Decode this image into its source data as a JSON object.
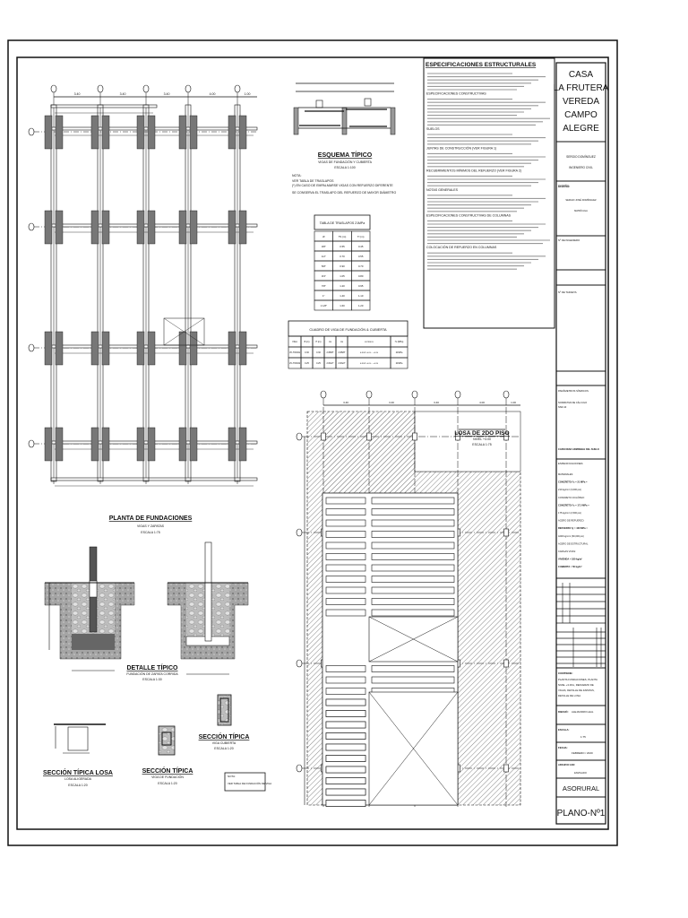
{
  "colors": {
    "line": "#111111",
    "column_fill": "#777777",
    "hatch": "#888888",
    "soil": "#9a9a9a"
  },
  "spec": {
    "title": "ESPECIFICACIONES ESTRUCTURALES",
    "sections": [
      {
        "heading": "",
        "lines": 6
      },
      {
        "heading": "ESPECIFICACIONES CONSTRUCTIVAS",
        "lines": 9
      },
      {
        "heading": "SUELOS",
        "lines": 4
      },
      {
        "heading": "JUNTAS DE CONSTRUCCIÓN (VER FIGURA 1)",
        "lines": 5
      },
      {
        "heading": "RECUBRIMIENTOS MÍNIMOS DEL REFUERZO (VER FIGURA 2)",
        "lines": 4
      },
      {
        "heading": "NOTAS GENERALES",
        "lines": 6
      },
      {
        "heading": "ESPECIFICACIONES CONSTRUCTIVAS DE COLUMNAS",
        "lines": 8
      },
      {
        "heading": "COLOCACIÓN DE REFUERZO EN COLUMNAS",
        "lines": 6
      }
    ]
  },
  "title_block": {
    "project": [
      "CASA",
      "LA FRUTERA",
      "VEREDA",
      "CAMPO",
      "ALEGRE"
    ],
    "engineer": [
      "SERGIO DOMÍNGUEZ",
      "INGENIERO CIVIL"
    ],
    "design_label": "DISEÑO:",
    "design_value": [
      "SERGIO JOSÉ DOMÍNGUEZ",
      "MATRÍCULA"
    ],
    "engineer_no_label": "Nº DE INGENIERO",
    "card_label": "Nº DE TARJETA:",
    "seismic": [
      "PARÁMETROS SÍSMICOS",
      "NORMATIVA DE CÁLCULO",
      "NSR-10"
    ],
    "capacity": "CAPACIDAD ADMISIBLE DEL SUELO",
    "specs_label": "ESPECIFICACIONES:",
    "materials": [
      "MATERIALES:",
      "CONCRETO f'c = 21 MPa =",
      "210 kg/cm² (3,000 psi)",
      "CONCRETO CICLÓPEO:",
      "CONCRETO f'c = 17.5 MPa =",
      "175 kg/cm² (2,500 psi)",
      "ACERO DE REFUERZO:",
      "REFUERZO fy = 420 MPa =",
      "4200 kg/cm² (60,000 psi)",
      "ACERO DE ESTRUCTURAL",
      "CARGAS VIVAS:",
      "VIVIENDA = 180 kg/m²",
      "CUBIERTA = 50 kg/m²"
    ],
    "contains_label": "CONTIENE:",
    "contains": [
      "PLANTA FUNDACIONES, PLANTA",
      "NIVEL +3.00m, REFUERZO DE",
      "VIGAS, DETALLE DE ZAPATAS,",
      "DETALLE DE LOSA"
    ],
    "drawn_label": "DIBUJÓ:",
    "drawn_value": "ALEJANDRO LEAL",
    "scale_label": "ESCALA:",
    "scale_value": "1:75",
    "date_label": "FECHA:",
    "date_value": "FEBRERO / 2020",
    "file_label": "ARCHIVO CAD:",
    "file_value": "ENVIGADO",
    "org": "ASORURAL",
    "sheet": "PLANO-Nº1"
  },
  "foundation_plan": {
    "title": "PLANTA DE FUNDACIONES",
    "subtitle": "VIGAS Y ZAPATAS",
    "scale": "ESCALA 1:75",
    "dims": [
      "3.40",
      "3.40",
      "3.40",
      "4.00",
      "1.00"
    ]
  },
  "slab_plan": {
    "title": "LOSA DE 2DO PISO",
    "subtitle": "NIVEL +3.00",
    "scale": "ESCALA 1:75",
    "dims": [
      "3.40",
      "3.40",
      "3.40",
      "4.00",
      "1.00"
    ]
  },
  "scheme": {
    "title": "ESQUEMA TÍPICO",
    "subtitle": "VIGAS DE FUNDACIÓN Y CUBIERTA",
    "scale": "ESCALA 1:100",
    "note_label": "NOTA:",
    "notes": [
      "VER TABLA DE TRASLAPOS",
      "(*) EN CASO DE EMPALMARSE VIGAS CON REFUERZO DIFERENTE",
      "SE CONSERVA EL TRASLAPO DEL REFUERZO DE MAYOR DIÁMETRO"
    ]
  },
  "lap_table": {
    "title": "TABLA DE TRASLAPOS 21MPa",
    "headers": [
      "Ø",
      "TS (m)",
      "TI (m)"
    ],
    "rows": [
      [
        "3/8\"",
        "0.55",
        "0.45"
      ],
      [
        "1/2\"",
        "0.70",
        "0.55"
      ],
      [
        "5/8\"",
        "0.90",
        "0.70"
      ],
      [
        "3/4\"",
        "1.05",
        "0.80"
      ],
      [
        "7/8\"",
        "1.20",
        "0.95"
      ],
      [
        "1\"",
        "1.40",
        "1.10"
      ],
      [
        "1 1/8\"",
        "1.60",
        "1.20"
      ]
    ]
  },
  "beam_table": {
    "title": "CUADRO DE VIGA DE FUNDACIÓN & CUBIERTA",
    "headers": [
      "VIGA",
      "B (m)",
      "H (m)",
      "As",
      "As",
      "ESTRIBOS",
      "f'c (MPa)"
    ],
    "rows": [
      [
        "VF-TODAS",
        "0.30",
        "0.30",
        "2 Ø5/8\"",
        "2 Ø5/8\"",
        "E Ø3/8\" c/0.10 ... c/0.20",
        "21MPa"
      ],
      [
        "VC-TODAS",
        "0.25",
        "0.25",
        "2 Ø1/2\"",
        "2 Ø1/2\"",
        "E Ø3/8\" c/0.10 ... c/0.20",
        "21MPa"
      ]
    ]
  },
  "details": {
    "footing_title": "DETALLE TÍPICO",
    "footing_subtitle": "FUNDACIÓN DE ZAPATA CORRIDA",
    "footing_scale": "ESCALA 1:30",
    "slab_section_title": "SECCIÓN TÍPICA LOSA",
    "slab_section_subtitle": "LOSA ALIGERADA",
    "slab_section_scale": "ESCALA 1:20",
    "fbeam_title": "SECCIÓN TÍPICA",
    "fbeam_subtitle": "VIGA DE FUNDACIÓN",
    "fbeam_scale": "ESCALA 1:20",
    "cbeam_title": "SECCIÓN TÍPICA",
    "cbeam_subtitle": "VIGA CUBIERTA",
    "cbeam_scale": "ESCALA 1:20",
    "note_label": "NOTA:",
    "note_text": "VER TABLA DE FUNDACIÓN DE VIGA"
  }
}
